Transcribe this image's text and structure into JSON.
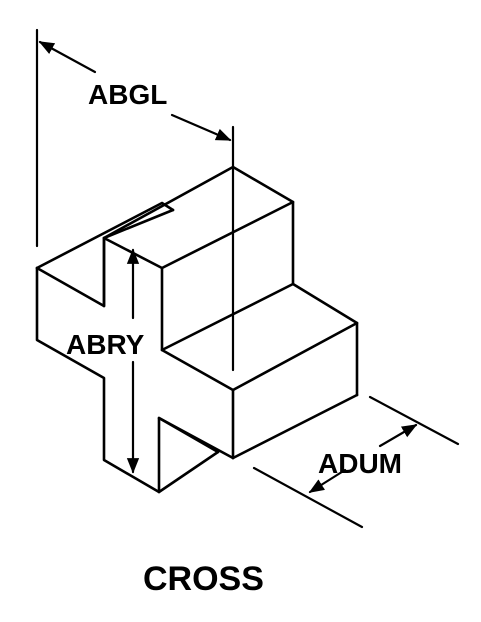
{
  "diagram": {
    "dimensions": {
      "abgl": "ABGL",
      "abry": "ABRY",
      "adum": "ADUM"
    },
    "caption": "CROSS",
    "colors": {
      "line": "#000000",
      "background": "#ffffff"
    }
  }
}
